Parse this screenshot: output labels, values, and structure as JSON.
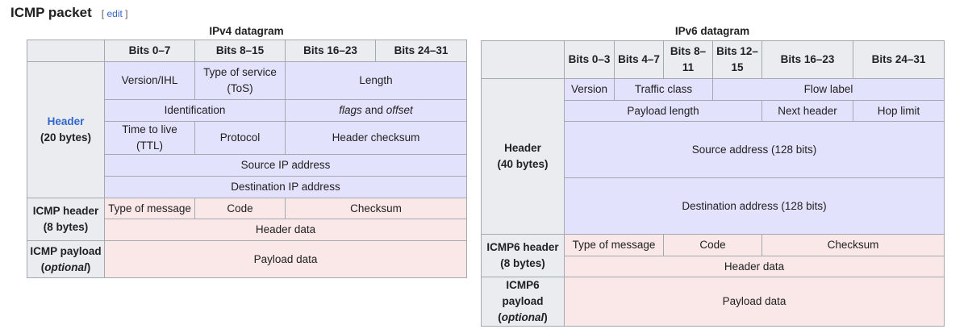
{
  "section": {
    "title": "ICMP packet",
    "edit_open": "[",
    "edit_label": "edit",
    "edit_close": "]"
  },
  "ipv4": {
    "caption": "IPv4 datagram",
    "columns": [
      "Bits 0–7",
      "Bits 8–15",
      "Bits 16–23",
      "Bits 24–31"
    ],
    "header_label": "Header",
    "header_size": "(20 bytes)",
    "version_ihl": "Version/IHL",
    "tos": "Type of service (ToS)",
    "length": "Length",
    "identification": "Identification",
    "flags": "flags",
    "and": " and ",
    "offset": "offset",
    "ttl": "Time to live (TTL)",
    "protocol": "Protocol",
    "header_checksum": "Header checksum",
    "source": "Source IP address",
    "destination": "Destination IP address",
    "icmp_header_label": "ICMP header",
    "icmp_header_size": "(8 bytes)",
    "type_of_message": "Type of message",
    "code": "Code",
    "checksum": "Checksum",
    "header_data": "Header data",
    "payload_label": "ICMP payload",
    "payload_paren_open": "(",
    "payload_optional": "optional",
    "payload_paren_close": ")",
    "payload_data": "Payload data"
  },
  "ipv6": {
    "caption": "IPv6 datagram",
    "columns": [
      "Bits 0–3",
      "Bits 4–7",
      "Bits 8–11",
      "Bits 12–15",
      "Bits 16–23",
      "Bits 24–31"
    ],
    "header_label": "Header",
    "header_size": "(40 bytes)",
    "version": "Version",
    "traffic_class": "Traffic class",
    "flow_label": "Flow label",
    "payload_length": "Payload length",
    "next_header": "Next header",
    "hop_limit": "Hop limit",
    "source": "Source address (128 bits)",
    "destination": "Destination address (128 bits)",
    "icmp_header_label": "ICMP6 header",
    "icmp_header_size": "(8 bytes)",
    "type_of_message": "Type of message",
    "code": "Code",
    "checksum": "Checksum",
    "header_data": "Header data",
    "payload_label": "ICMP6 payload",
    "payload_paren_open": "(",
    "payload_optional": "optional",
    "payload_paren_close": ")",
    "payload_data": "Payload data"
  },
  "colors": {
    "ip": "#e2e2fc",
    "icmp": "#fae8e8",
    "header_bg": "#eaecf0",
    "link": "#3366cc"
  }
}
